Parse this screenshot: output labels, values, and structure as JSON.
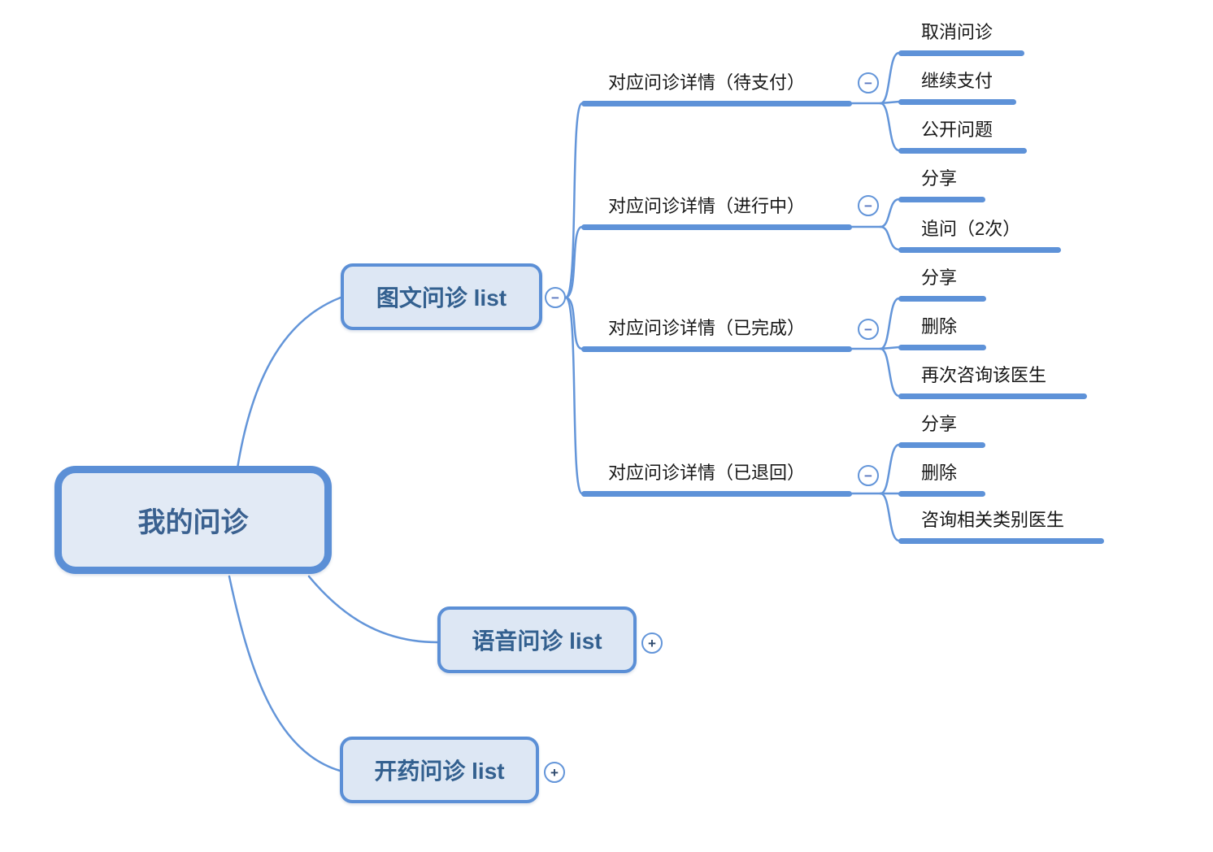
{
  "root": {
    "label": "我的问诊"
  },
  "branches": [
    {
      "label": "图文问诊 list",
      "toggle": "collapse",
      "children": [
        {
          "label": "对应问诊详情（待支付）",
          "toggle": "collapse",
          "children": [
            {
              "label": "取消问诊"
            },
            {
              "label": "继续支付"
            },
            {
              "label": "公开问题"
            }
          ]
        },
        {
          "label": "对应问诊详情（进行中）",
          "toggle": "collapse",
          "children": [
            {
              "label": "分享"
            },
            {
              "label": "追问（2次）"
            }
          ]
        },
        {
          "label": "对应问诊详情（已完成）",
          "toggle": "collapse",
          "children": [
            {
              "label": "分享"
            },
            {
              "label": "删除"
            },
            {
              "label": "再次咨询该医生"
            }
          ]
        },
        {
          "label": "对应问诊详情（已退回）",
          "toggle": "collapse",
          "children": [
            {
              "label": "分享"
            },
            {
              "label": "删除"
            },
            {
              "label": "咨询相关类别医生"
            }
          ]
        }
      ]
    },
    {
      "label": "语音问诊 list",
      "toggle": "expand"
    },
    {
      "label": "开药问诊 list",
      "toggle": "expand"
    }
  ],
  "icons": {
    "collapse": "−",
    "expand": "+"
  },
  "colors": {
    "connector": "#6395D9",
    "underline": "#5E92D8",
    "node_border": "#5B8FD6",
    "node_fill": "#DDE7F4",
    "node_text": "#33608F",
    "leaf_text": "#161616"
  }
}
